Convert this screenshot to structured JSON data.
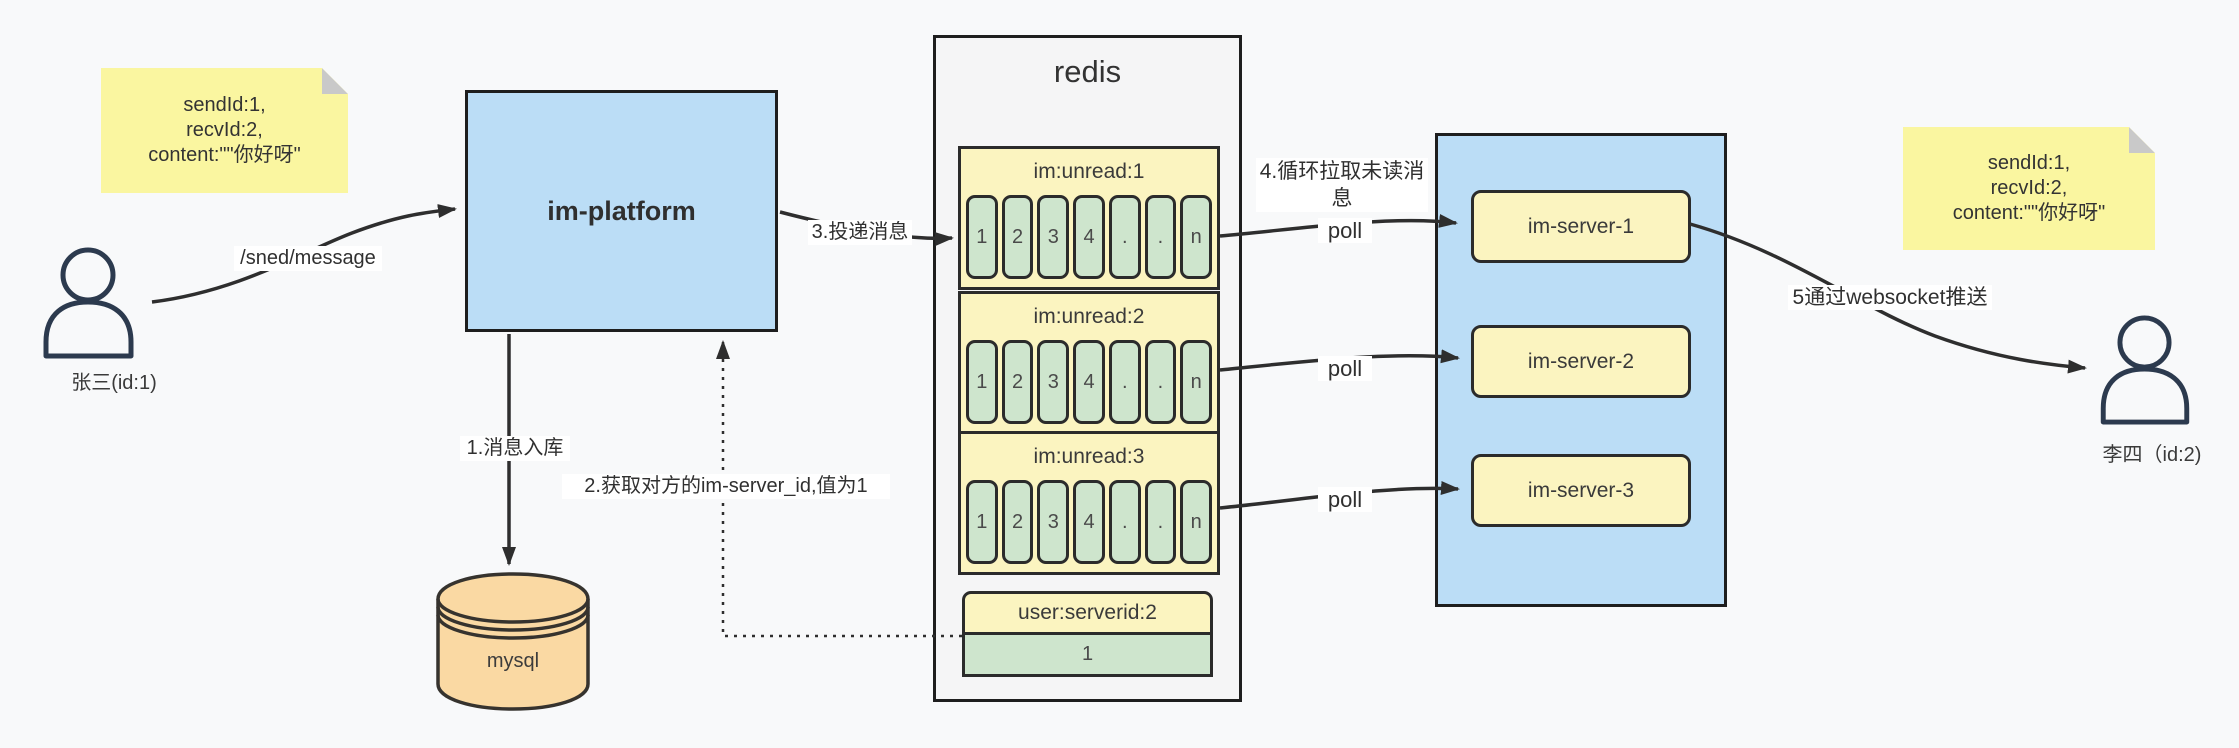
{
  "notes": {
    "left": {
      "line1": "sendId:1,",
      "line2": "recvId:2,",
      "line3": "content:\"\"你好呀\""
    },
    "right": {
      "line1": "sendId:1,",
      "line2": "recvId:2,",
      "line3": "content:\"\"你好呀\""
    }
  },
  "actors": {
    "sender": "张三(id:1)",
    "receiver": "李四（id:2)"
  },
  "platform": {
    "label": "im-platform"
  },
  "database": {
    "label": "mysql"
  },
  "redis": {
    "title": "redis",
    "queues": [
      {
        "header": "im:unread:1",
        "cells": [
          "1",
          "2",
          "3",
          "4",
          ".",
          ".",
          "n"
        ]
      },
      {
        "header": "im:unread:2",
        "cells": [
          "1",
          "2",
          "3",
          "4",
          ".",
          ".",
          "n"
        ]
      },
      {
        "header": "im:unread:3",
        "cells": [
          "1",
          "2",
          "3",
          "4",
          ".",
          ".",
          "n"
        ]
      }
    ],
    "kv": {
      "header": "user:serverid:2",
      "value": "1"
    }
  },
  "servers": [
    {
      "label": "im-server-1"
    },
    {
      "label": "im-server-2"
    },
    {
      "label": "im-server-3"
    }
  ],
  "edges": {
    "send": "/sned/message",
    "step1": "1.消息入库",
    "step2": "2.获取对方的im-server_id,值为1",
    "step3": "3.投递消息",
    "step4": "4.循环拉取未读消息",
    "step5": "5通过websocket推送",
    "poll": "poll"
  },
  "colors": {
    "node_blue": "#bbddf6",
    "box_yellow": "#fbf4c0",
    "cell_green": "#cee5cd",
    "note_yellow": "#faf6a0",
    "mysql_tan": "#fad9a3",
    "line_dark": "#2e2e2e"
  }
}
